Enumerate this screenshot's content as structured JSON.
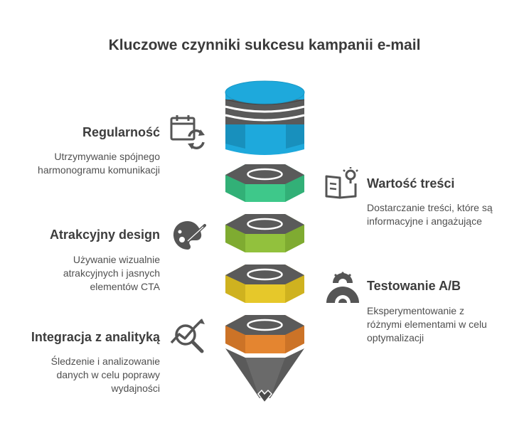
{
  "title": "Kluczowe czynniki sukcesu kampanii e-mail",
  "colors": {
    "blue": "#1ea9dc",
    "green": "#3ec88a",
    "lime": "#92c13d",
    "yellow": "#e6c82a",
    "orange": "#e48530",
    "gray": "#5a5a5a",
    "dark": "#555555"
  },
  "left": [
    {
      "heading": "Regularność",
      "desc": [
        "Utrzymywanie spójnego",
        "harmonogramu komunikacji"
      ],
      "icon": "calendar-refresh-icon"
    },
    {
      "heading": "Atrakcyjny design",
      "desc": [
        "Używanie wizualnie",
        "atrakcyjnych i jasnych",
        "elementów CTA"
      ],
      "icon": "paint-palette-icon"
    },
    {
      "heading": "Integracja z analityką",
      "desc": [
        "Śledzenie i analizowanie",
        "danych w celu poprawy",
        "wydajności"
      ],
      "icon": "analytics-magnifier-icon"
    }
  ],
  "right": [
    {
      "heading": "Wartość treści",
      "desc": [
        "Dostarczanie treści, które są",
        "informacyjne i angażujące"
      ],
      "icon": "book-lightbulb-icon"
    },
    {
      "heading": "Testowanie A/B",
      "desc": [
        "Eksperymentowanie z",
        "różnymi elementami w celu",
        "optymalizacji"
      ],
      "icon": "ab-gauges-icon"
    }
  ]
}
